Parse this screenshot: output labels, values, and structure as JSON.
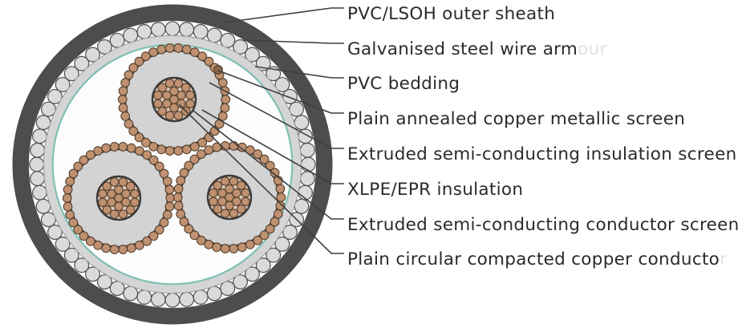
{
  "diagram": {
    "subject": "three-core armoured power cable cross-section"
  },
  "labels": [
    {
      "text": "PVC/LSOH outer sheath",
      "ghost": ""
    },
    {
      "text": "Galvanised steel wire arm",
      "ghost": "our"
    },
    {
      "text": "PVC bedding",
      "ghost": ""
    },
    {
      "text": "Plain annealed copper metallic screen",
      "ghost": ""
    },
    {
      "text": "Extruded semi-conducting insulation screen",
      "ghost": ""
    },
    {
      "text": "XLPE/EPR insulation",
      "ghost": ""
    },
    {
      "text": "Extruded semi-conducting conductor screen",
      "ghost": ""
    },
    {
      "text": "Plain circular compacted copper conducto",
      "ghost": "r"
    }
  ],
  "colors": {
    "outer_sheath": "#4d4d4f",
    "armour_band": "#ffffff",
    "armour_wire_fill": "#dadada",
    "armour_wire_stroke": "#4e4e4e",
    "bedding": "#d5d5d5",
    "bedding_edge": "#9a9a9a",
    "bedding_inner_line": "#7fc0b5",
    "interior": "#fdfdfd",
    "insulation_fill": "#d3d3d3",
    "insulation_stroke": "#3c3c3c",
    "copper_fill": "#bf9170",
    "copper_stroke": "#54402e",
    "copper_highlight": "#8a684c",
    "conductor_bg": "#dccaba",
    "conductor_screen_stroke": "#3a3a3a",
    "leader_line": "#3f3f3f",
    "label_text": "#2a2a2a",
    "background": "#ffffff"
  }
}
